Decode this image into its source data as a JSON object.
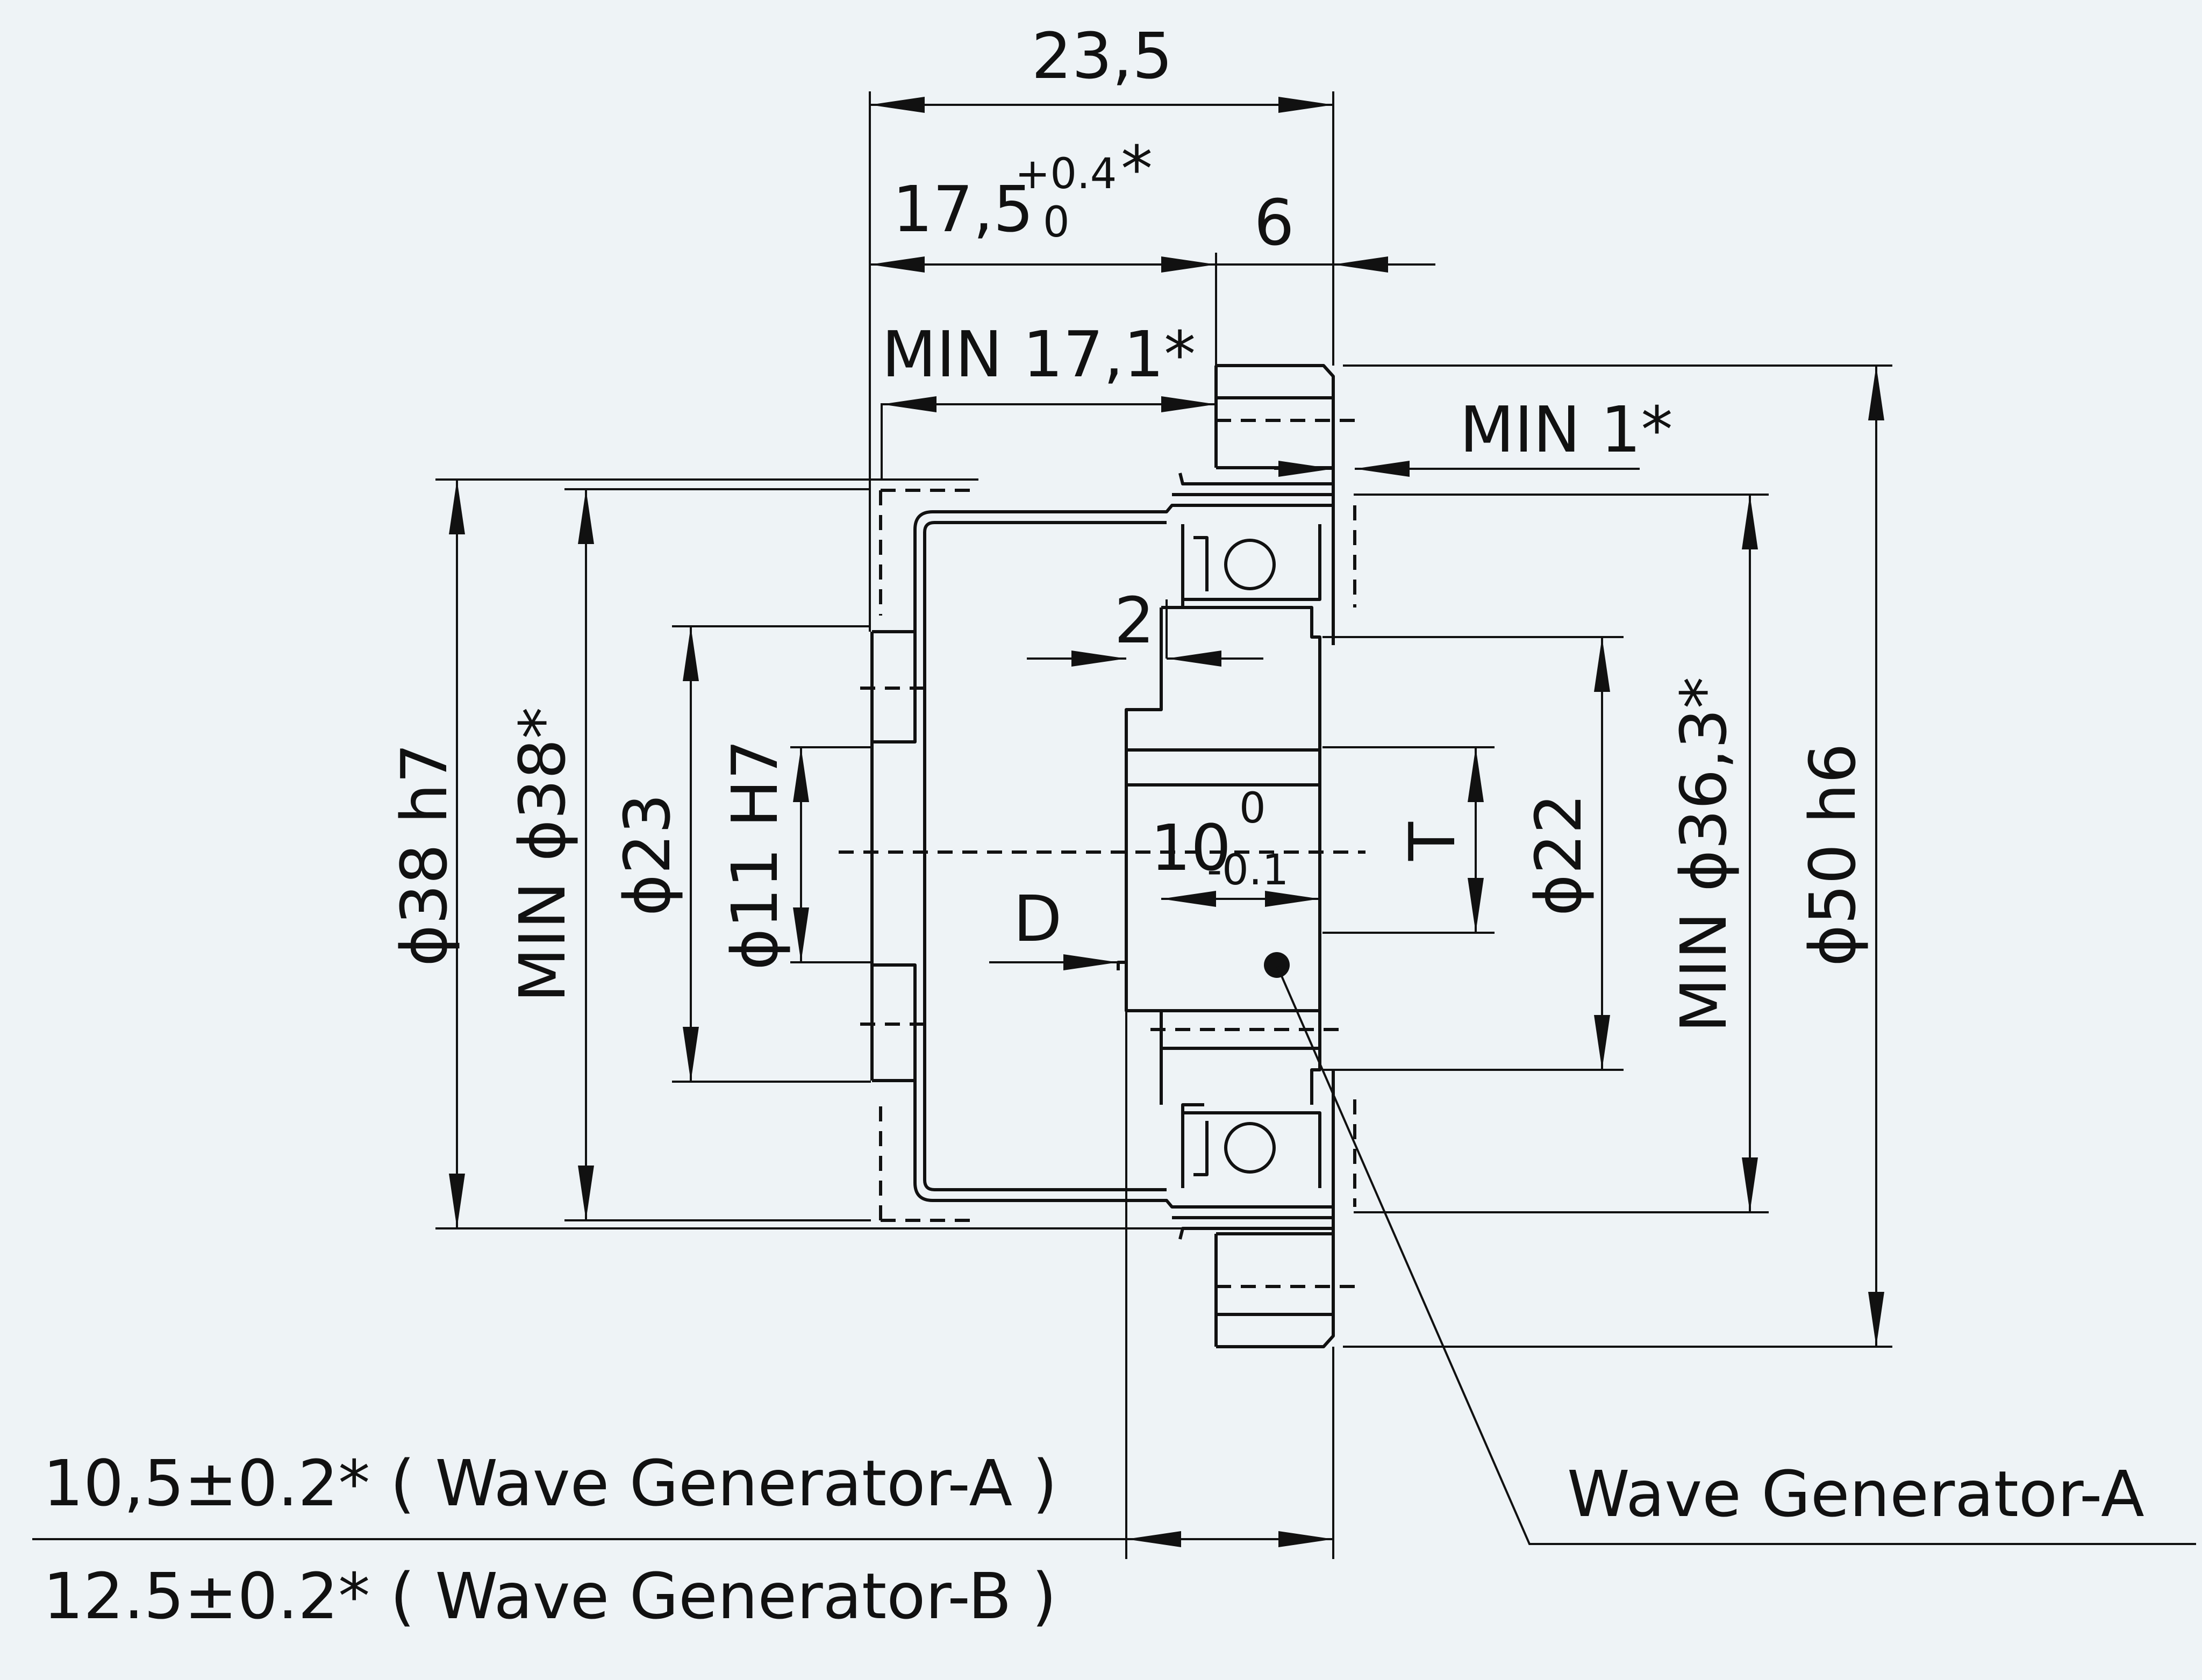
{
  "dims": {
    "overall_length": "23,5",
    "flex_length": "17,5",
    "flex_tol_upper": "+0.4",
    "flex_tol_lower": "0",
    "flex_star": "*",
    "flange_width": "6",
    "min_17": "MIN 17,1*",
    "min_1": "MIN 1*",
    "d38": "ϕ38 h7",
    "min_d38": "MIN ϕ38*",
    "d23": "ϕ23",
    "d11": "ϕ11 H7",
    "d_label": "D",
    "dim_2": "2",
    "dim_10": "10",
    "dim_10_tol_upper": "0",
    "dim_10_tol_lower": "-0.1",
    "t_label": "T",
    "d22": "ϕ22",
    "min_d36": "MIN ϕ36,3*",
    "d50": "ϕ50 h6"
  },
  "notes": {
    "wg_a_dim": "10,5±0.2* ( Wave Generator-A )",
    "wg_b_dim": "12.5±0.2* ( Wave Generator-B )",
    "leader": "Wave Generator-A"
  }
}
